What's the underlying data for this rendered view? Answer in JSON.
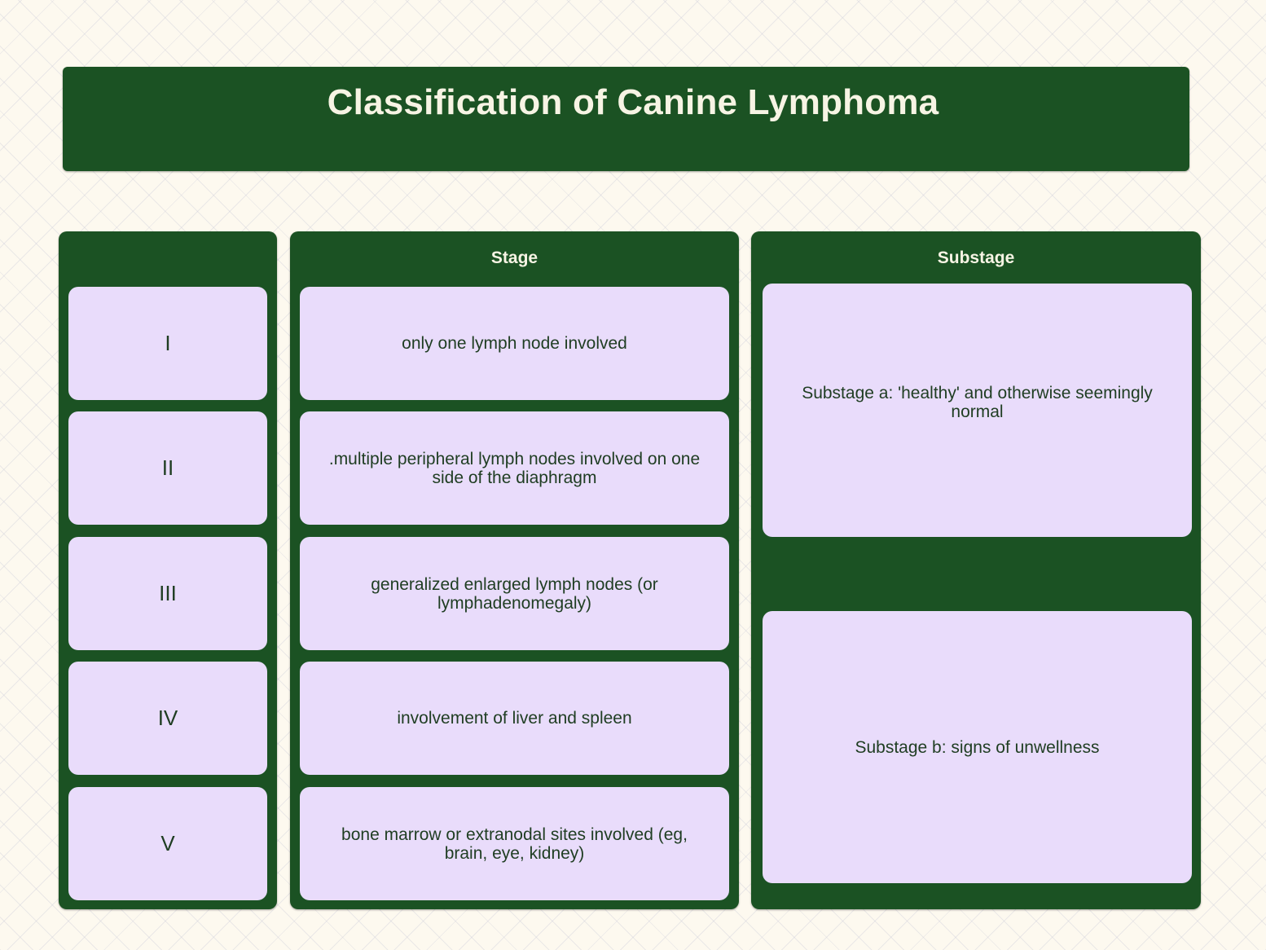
{
  "title": "Classification of Canine Lymphoma",
  "columns": {
    "roman": {
      "header": "",
      "items": [
        "I",
        "II",
        "III",
        "IV",
        "V"
      ]
    },
    "stage": {
      "header": "Stage",
      "items": [
        "only one lymph node involved",
        ".multiple peripheral lymph nodes involved on one side of the diaphragm",
        "generalized enlarged lymph nodes (or lymphadenomegaly)",
        "involvement of liver and spleen",
        "bone marrow or extranodal sites involved (eg, brain, eye, kidney)"
      ]
    },
    "substage": {
      "header": "Substage",
      "items": [
        "Substage a: 'healthy' and otherwise seemingly normal",
        "Substage b: signs of unwellness"
      ]
    }
  },
  "colors": {
    "panel_green": "#1b5223",
    "card_lavender": "#e9dcfb",
    "card_text": "#1f3d22",
    "header_text": "#f7f4e4",
    "background": "#fdf9ef"
  }
}
